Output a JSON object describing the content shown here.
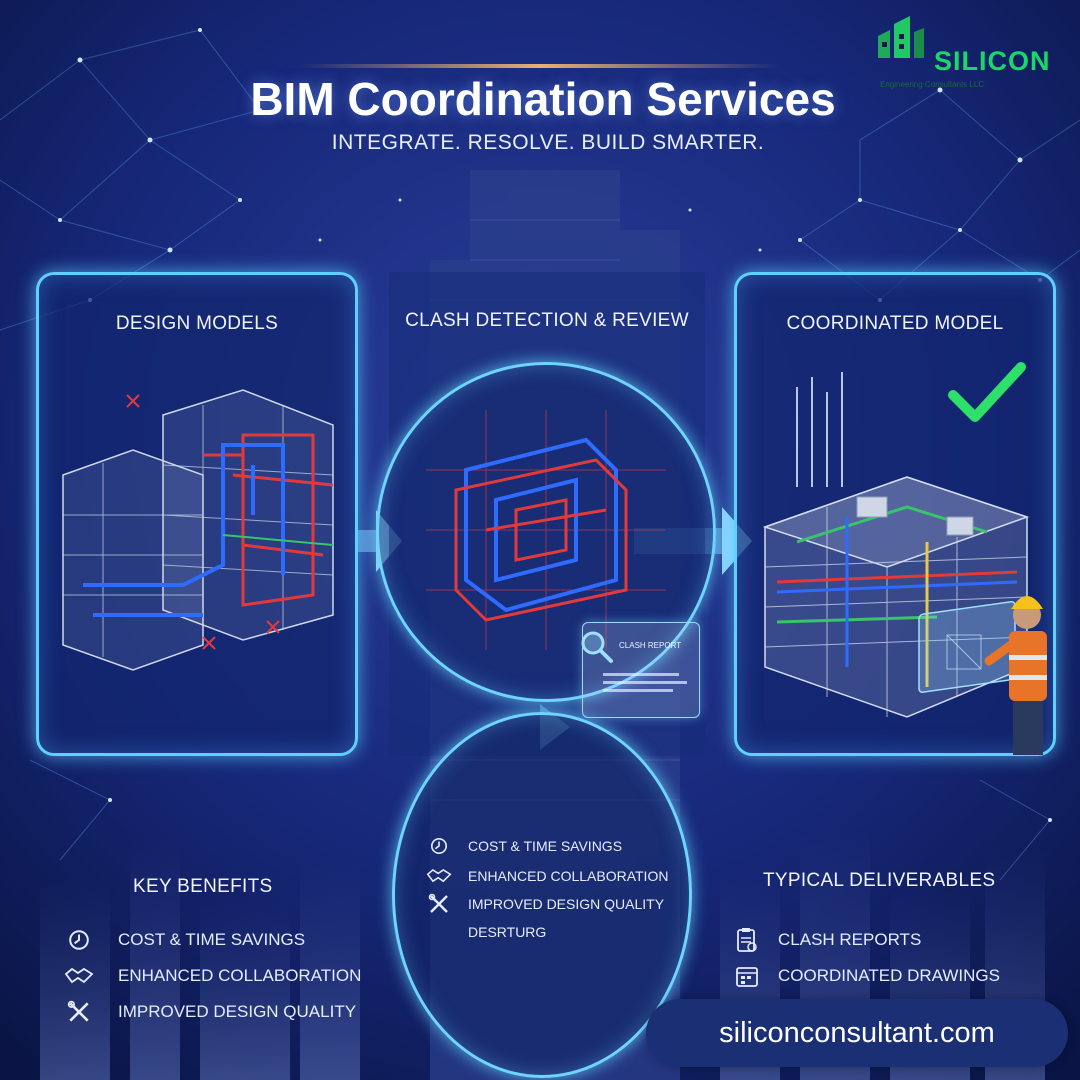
{
  "brand": {
    "name": "SILICON",
    "tagline": "Engineering Consultants LLC"
  },
  "header": {
    "title": "BIM Coordination Services",
    "tagline": "INTEGRATE. RESOLVE. BUILD SMARTER."
  },
  "flow": {
    "design_panel": {
      "title": "DESIGN MODELS"
    },
    "clash_panel": {
      "title": "CLASH DETECTION & REVIEW"
    },
    "coord_panel": {
      "title": "COORDINATED MODEL"
    },
    "clash_report": {
      "title": "CLASH REPORT"
    }
  },
  "inner_circle": {
    "items": [
      {
        "icon": "clock-icon",
        "label": "COST & TIME SAVINGS"
      },
      {
        "icon": "handshake-icon",
        "label": "ENHANCED COLLABORATION"
      },
      {
        "icon": "tools-icon",
        "label": "IMPROVED DESIGN QUALITY"
      },
      {
        "icon": "",
        "label": "DESRTURG"
      }
    ]
  },
  "key_benefits": {
    "heading": "KEY BENEFITS",
    "items": [
      {
        "icon": "clock-icon",
        "label": "COST & TIME SAVINGS"
      },
      {
        "icon": "handshake-icon",
        "label": "ENHANCED COLLABORATION"
      },
      {
        "icon": "tools-icon",
        "label": "IMPROVED DESIGN QUALITY"
      }
    ]
  },
  "deliverables": {
    "heading": "TYPICAL DELIVERABLES",
    "items": [
      {
        "icon": "report-icon",
        "label": "CLASH REPORTS"
      },
      {
        "icon": "drawings-icon",
        "label": "COORDINATED DRAWINGS"
      }
    ]
  },
  "footer": {
    "url": "siliconconsultant.com"
  },
  "colors": {
    "background": "#0b1a4a",
    "accent_cyan": "#5fd0ff",
    "clash_red": "#e23a3a",
    "pipe_blue": "#2f6bff",
    "check_green": "#2ee06a",
    "brand_green": "#19d76a"
  }
}
